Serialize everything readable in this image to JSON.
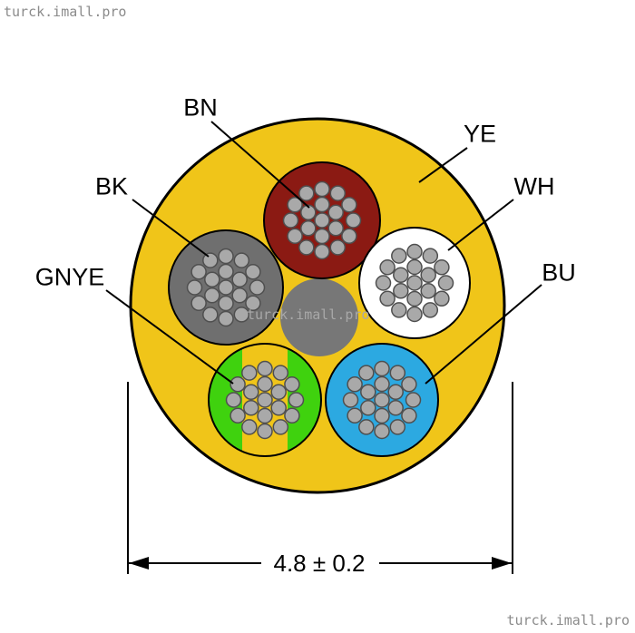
{
  "watermarks": {
    "top_left": "turck.imall.pro",
    "center": "turck.imall.pro",
    "bottom_right": "turck.imall.pro"
  },
  "diagram": {
    "type": "cable-cross-section",
    "labels": {
      "bn": "BN",
      "ye": "YE",
      "bk": "BK",
      "wh": "WH",
      "gnye": "GNYE",
      "bu": "BU"
    },
    "colors": {
      "jacket": "#F0C519",
      "conductor_bn": "#8B1A13",
      "conductor_wh": "#FFFFFF",
      "conductor_bk": "#6F6F6F",
      "conductor_gnye_green": "#3FD20E",
      "conductor_gnye_yellow": "#F0C519",
      "conductor_bu": "#2CA9E1",
      "filler": "#777777",
      "strand_fill": "#A9A9A9",
      "strand_stroke": "#4F4F4F",
      "outline": "#000000"
    },
    "dimension": {
      "text": "4.8 ± 0.2"
    }
  }
}
